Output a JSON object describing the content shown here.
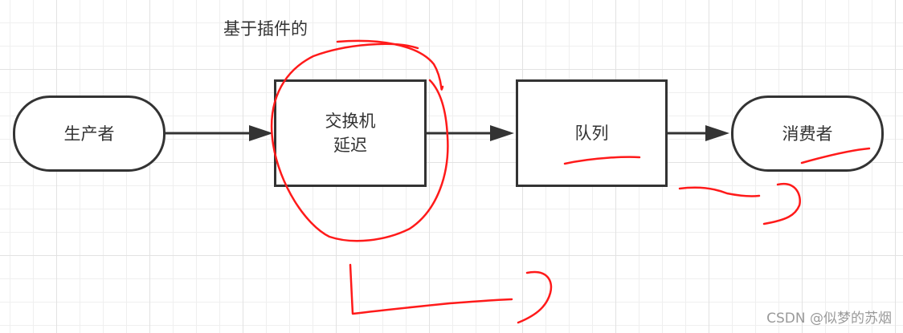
{
  "diagram": {
    "annotation_label": "基于插件的",
    "nodes": [
      {
        "id": "producer",
        "label": "生产者",
        "shape": "rounded"
      },
      {
        "id": "exchange",
        "label": "交换机\n延迟",
        "shape": "rectangle"
      },
      {
        "id": "queue",
        "label": "队列",
        "shape": "rectangle"
      },
      {
        "id": "consumer",
        "label": "消费者",
        "shape": "rounded"
      }
    ],
    "edges": [
      {
        "from": "producer",
        "to": "exchange"
      },
      {
        "from": "exchange",
        "to": "queue"
      },
      {
        "from": "queue",
        "to": "consumer"
      }
    ],
    "colors": {
      "stroke": "#333333",
      "annotation": "#ff1a1a",
      "grid": "#e6e6e6"
    }
  },
  "watermark": "CSDN @似梦的苏烟"
}
